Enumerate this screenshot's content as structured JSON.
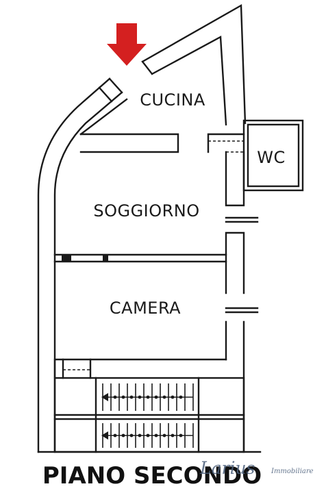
{
  "rooms": {
    "kitchen": "CUCINA",
    "wc": "WC",
    "living": "SOGGIORNO",
    "bedroom": "CAMERA"
  },
  "title": "PIANO SECONDO",
  "brand": {
    "name": "Larius",
    "suffix": "Immobiliare",
    "color": "#4a5e7a"
  },
  "colors": {
    "entrance_arrow": "#d42020",
    "walls": "#1a1a1a"
  },
  "icons": {
    "entrance": "entrance-arrow-icon"
  }
}
